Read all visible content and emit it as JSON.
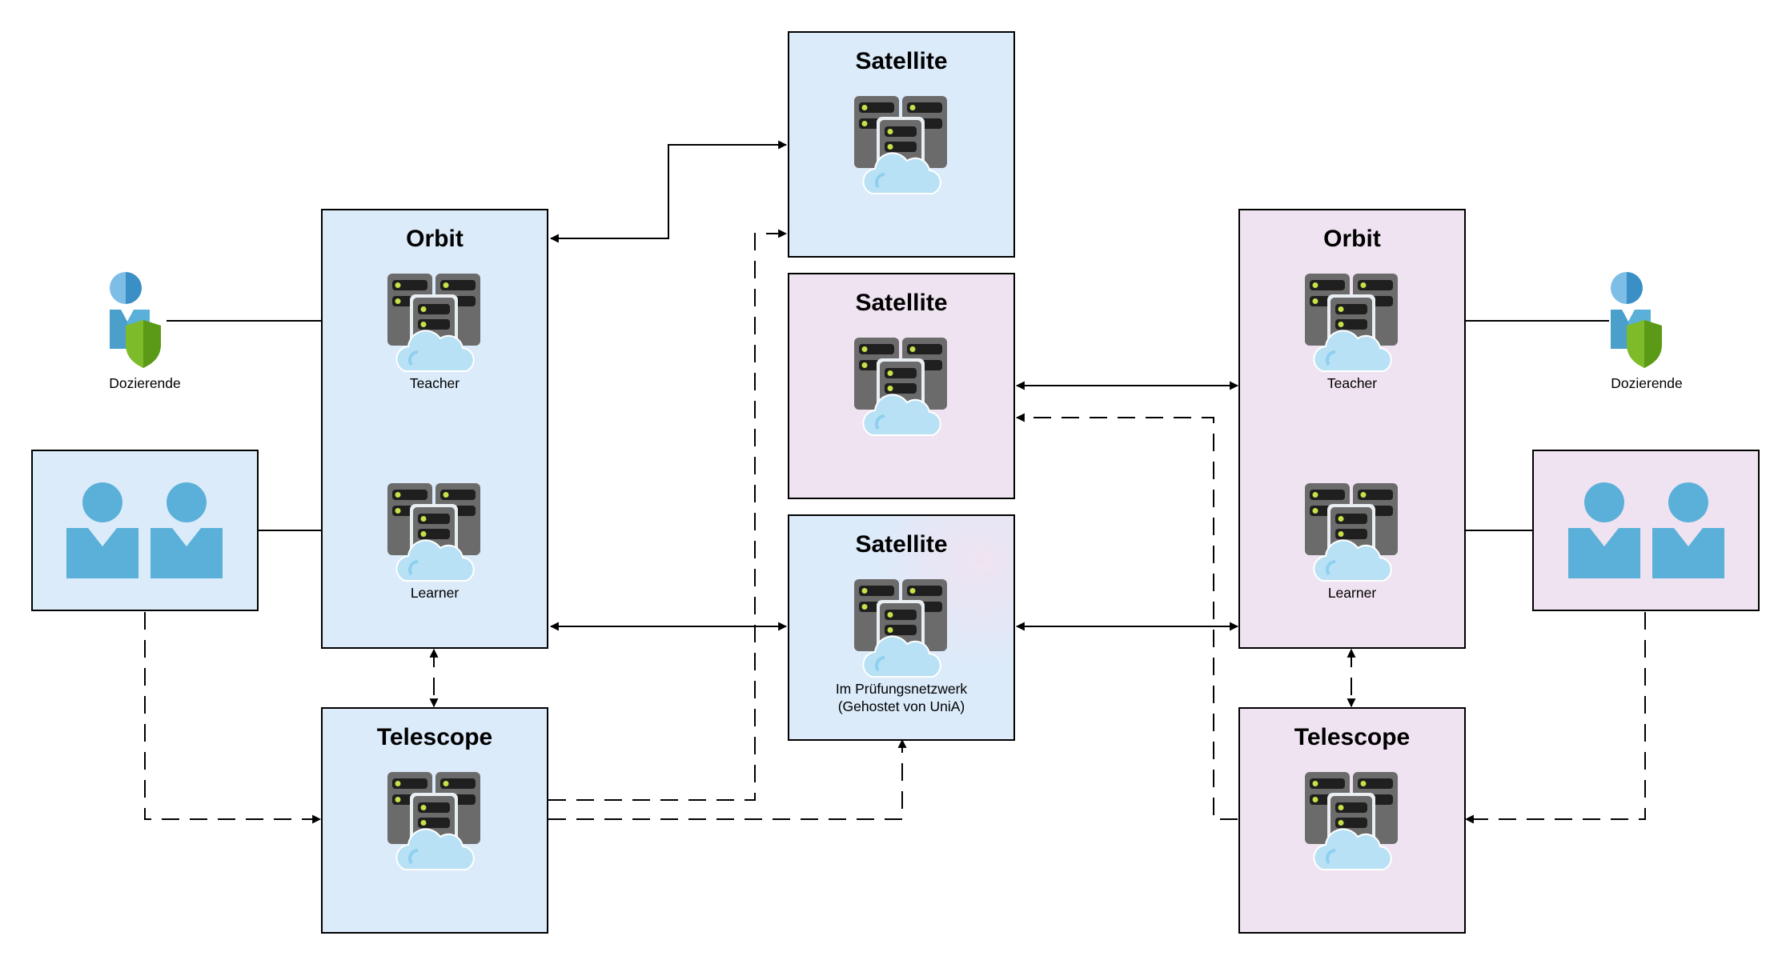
{
  "colors": {
    "blue_fill": "#dbebfa",
    "pink_fill": "#f0e3f1",
    "stroke": "#000000",
    "person": "#5ab0d8",
    "server_dark": "#6b6b6b",
    "server_slot": "#1f1f1f",
    "server_led": "#c8e04a",
    "cloud": "#b8e1f5",
    "shield": "#7dbb2b"
  },
  "nodes": {
    "satellite_top": {
      "title": "Satellite"
    },
    "satellite_mid": {
      "title": "Satellite"
    },
    "satellite_bottom": {
      "title": "Satellite",
      "label_line1": "Im Prüfungsnetzwerk",
      "label_line2": "(Gehostet von UniA)"
    },
    "orbit_left": {
      "title": "Orbit",
      "teacher_label": "Teacher",
      "learner_label": "Learner"
    },
    "orbit_right": {
      "title": "Orbit",
      "teacher_label": "Teacher",
      "learner_label": "Learner"
    },
    "telescope_left": {
      "title": "Telescope"
    },
    "telescope_right": {
      "title": "Telescope"
    },
    "lecturer_left": {
      "label": "Dozierende"
    },
    "lecturer_right": {
      "label": "Dozierende"
    }
  },
  "icons": {
    "server": "server-cloud-icon",
    "lecturer": "user-shield-icon",
    "students": "users-icon"
  }
}
